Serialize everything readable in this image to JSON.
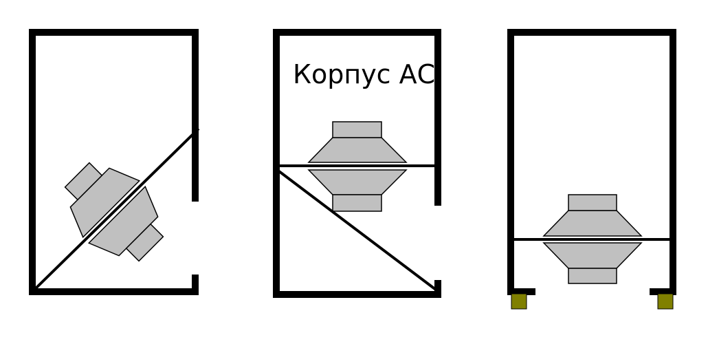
{
  "panels": [
    {
      "id": "left",
      "label": "",
      "speaker_fill": "#c0c0c0"
    },
    {
      "id": "middle",
      "label": "Корпус АС",
      "speaker_fill": "#c0c0c0"
    },
    {
      "id": "right",
      "label": "",
      "speaker_fill": "#c0c0c0",
      "feet_color": "#808000"
    }
  ],
  "colors": {
    "wall": "#000000",
    "background": "#ffffff"
  }
}
